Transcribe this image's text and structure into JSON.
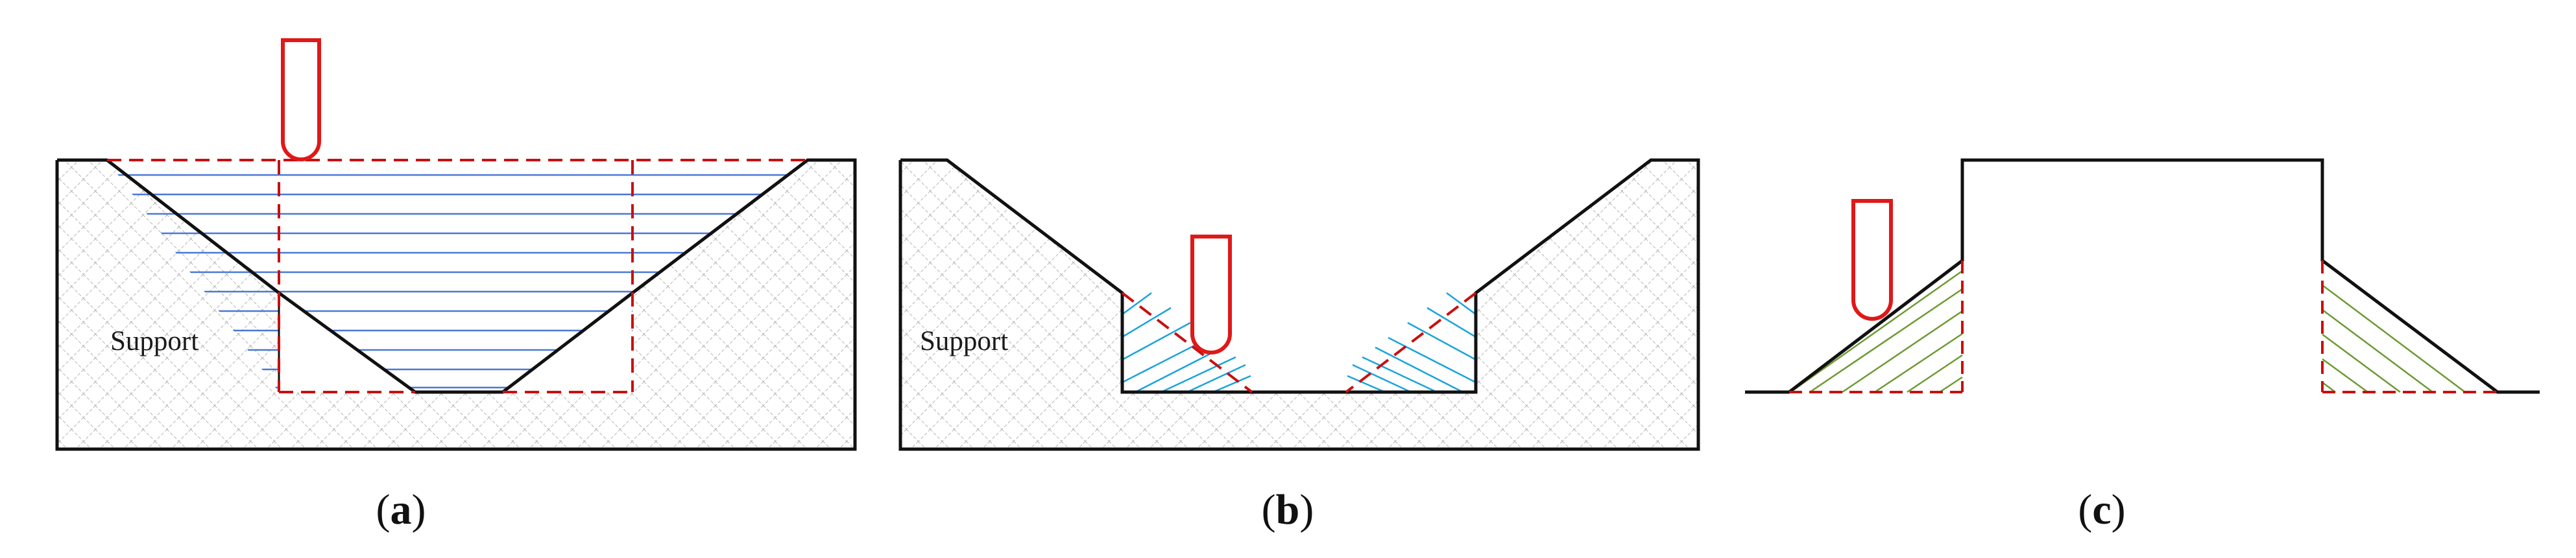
{
  "panels": [
    {
      "id": "a",
      "label": "a",
      "support_label": "Support"
    },
    {
      "id": "b",
      "label": "b",
      "support_label": "Support"
    },
    {
      "id": "c",
      "label": "c"
    }
  ],
  "colors": {
    "outline": "#111111",
    "tool": "#e01818",
    "boundary_dashed": "#c81010",
    "fill_lines_a": "#4a78d6",
    "fill_lines_b": "#1aa4dc",
    "fill_lines_c": "#6e9a32",
    "support_crosshatch": "#b0b0b0"
  },
  "icons": {
    "tool": "ball-end-mill-icon"
  }
}
